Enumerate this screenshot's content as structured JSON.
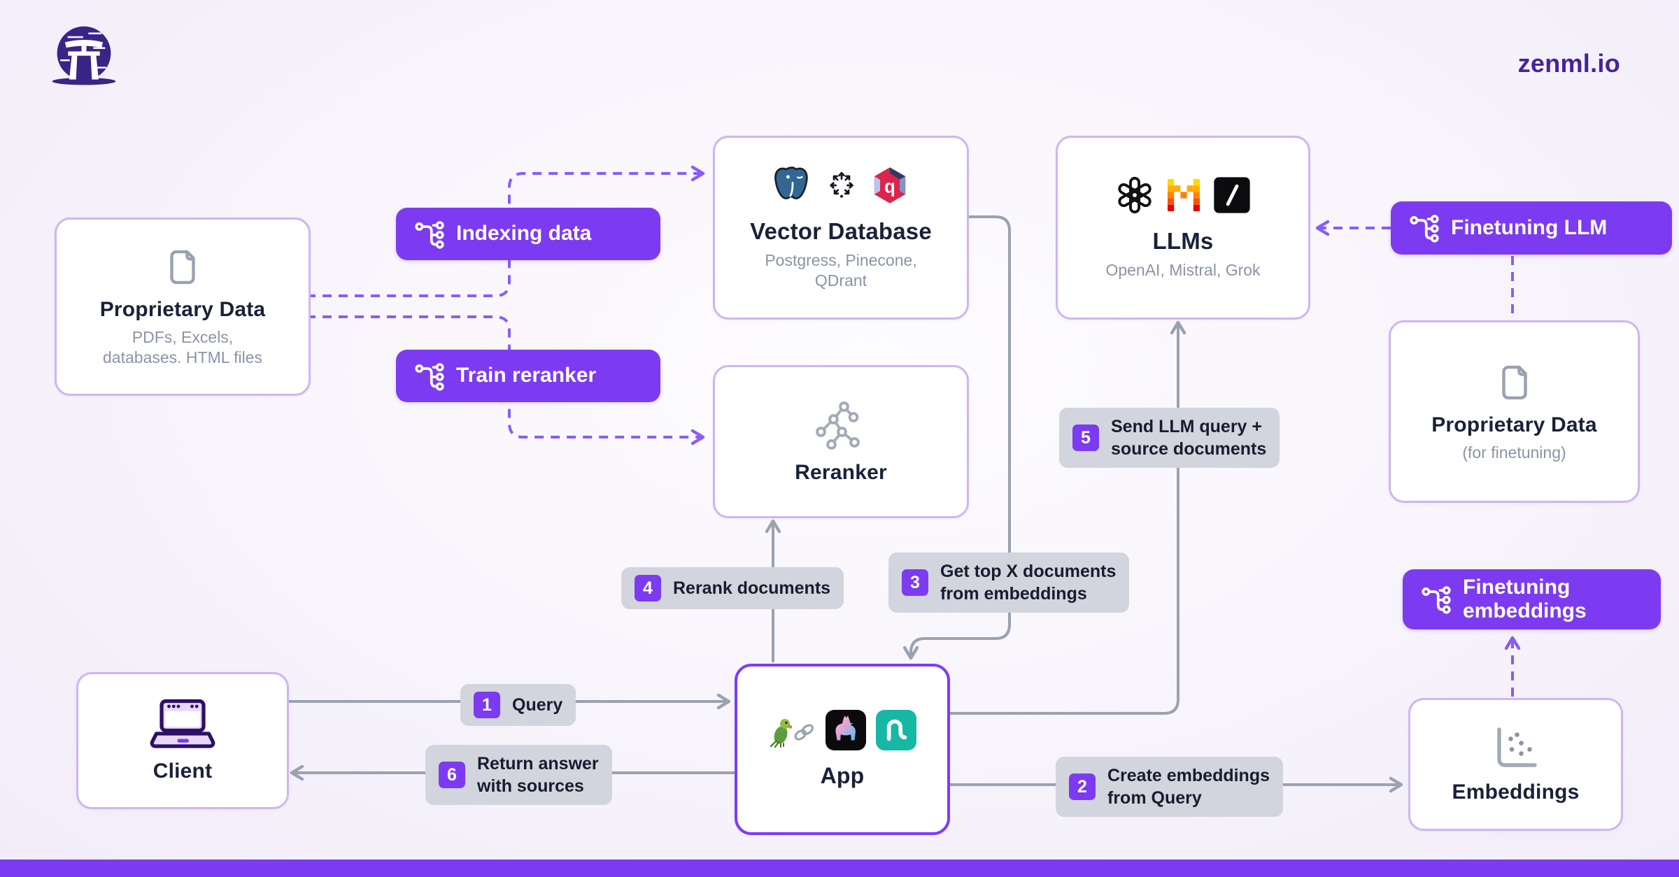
{
  "header": {
    "brand": "zenml.io"
  },
  "nodes": {
    "proprietary_data": {
      "title": "Proprietary Data",
      "subtitle": "PDFs, Excels,\ndatabases. HTML files",
      "icon": "document-icon"
    },
    "vector_database": {
      "title": "Vector Database",
      "subtitle": "Postgress, Pinecone,\nQDrant",
      "icons": [
        "postgresql-icon",
        "pinecone-icon",
        "qdrant-icon"
      ]
    },
    "llms": {
      "title": "LLMs",
      "subtitle": "OpenAI, Mistral, Grok",
      "icons": [
        "openai-icon",
        "mistral-icon",
        "grok-icon"
      ]
    },
    "reranker": {
      "title": "Reranker",
      "icon": "tree-nodes-icon"
    },
    "app": {
      "title": "App",
      "icons": [
        "langchain-parrot-chain-icon",
        "llamaindex-icon",
        "teal-a-icon"
      ]
    },
    "client": {
      "title": "Client",
      "icon": "laptop-icon"
    },
    "embeddings": {
      "title": "Embeddings",
      "icon": "scatter-plot-icon"
    },
    "proprietary_data_finetuning": {
      "title": "Proprietary Data",
      "subtitle": "(for finetuning)",
      "icon": "document-icon"
    }
  },
  "pipelines": {
    "indexing": {
      "label": "Indexing data"
    },
    "train_reranker": {
      "label": "Train reranker"
    },
    "finetuning_llm": {
      "label": "Finetuning LLM"
    },
    "finetuning_embeddings": {
      "label": "Finetuning\nembeddings"
    }
  },
  "steps": [
    {
      "num": "1",
      "label": "Query"
    },
    {
      "num": "2",
      "label": "Create embeddings\nfrom Query"
    },
    {
      "num": "3",
      "label": "Get top X documents\nfrom embeddings"
    },
    {
      "num": "4",
      "label": "Rerank documents"
    },
    {
      "num": "5",
      "label": "Send LLM query +\nsource documents"
    },
    {
      "num": "6",
      "label": "Return answer\nwith sources"
    }
  ],
  "colors": {
    "accent": "#7c3bf0",
    "line_gray": "#9aa2b0",
    "line_purple": "#8b5cf6",
    "node_border": "#cdb6f2",
    "badge_bg": "#d2d5dd",
    "brand_text": "#44229e",
    "footer": "#7c3bf0"
  }
}
